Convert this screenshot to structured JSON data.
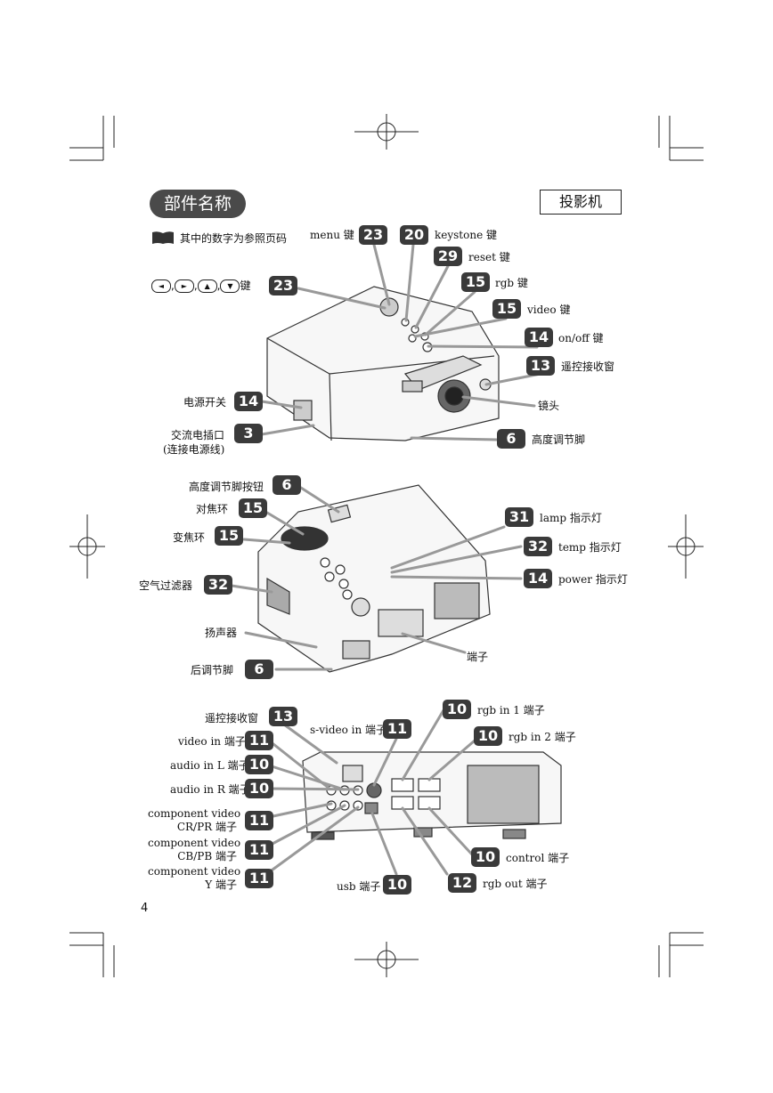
{
  "header": {
    "section_title": "部件名称",
    "device_label": "投影机"
  },
  "note": {
    "text": "其中的数字为参照页码"
  },
  "arrow_keys": {
    "k1": "◄",
    "k2": "►",
    "k3": "▲",
    "k4": "▼",
    "comma": ",",
    "suffix": "键",
    "page": "23"
  },
  "top_view": {
    "menu": {
      "label": "menu 键",
      "page": "23"
    },
    "keystone": {
      "label": "keystone 键",
      "page": "20"
    },
    "reset": {
      "label": "reset 键",
      "page": "29"
    },
    "rgb": {
      "label": "rgb 键",
      "page": "15"
    },
    "video": {
      "label": "video 键",
      "page": "15"
    },
    "onoff": {
      "label": "on/off 键",
      "page": "14"
    },
    "remote": {
      "label": "遥控接收窗",
      "page": "13"
    },
    "lens": {
      "label": "镜头"
    },
    "foot": {
      "label": "高度调节脚",
      "page": "6"
    },
    "power_switch": {
      "label": "电源开关",
      "page": "14"
    },
    "ac_inlet": {
      "label": "交流电插口",
      "sub": "(连接电源线)",
      "page": "3"
    }
  },
  "side_view": {
    "foot_button": {
      "label": "高度调节脚按钮",
      "page": "6"
    },
    "focus": {
      "label": "对焦环",
      "page": "15"
    },
    "zoom": {
      "label": "变焦环",
      "page": "15"
    },
    "filter": {
      "label": "空气过滤器",
      "page": "32"
    },
    "speaker": {
      "label": "扬声器"
    },
    "rear_foot": {
      "label": "后调节脚",
      "page": "6"
    },
    "lamp": {
      "label": "lamp 指示灯",
      "page": "31"
    },
    "temp": {
      "label": "temp 指示灯",
      "page": "32"
    },
    "power": {
      "label": "power 指示灯",
      "page": "14"
    },
    "terminals": {
      "label": "端子"
    }
  },
  "rear_view": {
    "remote": {
      "label": "遥控接收窗",
      "page": "13"
    },
    "video_in": {
      "label": "video in 端子",
      "page": "11"
    },
    "audio_l": {
      "label": "audio in L 端子",
      "page": "10"
    },
    "audio_r": {
      "label": "audio in R 端子",
      "page": "10"
    },
    "comp_cr": {
      "line1": "component video",
      "line2": "CR/PR 端子",
      "page": "11"
    },
    "comp_cb": {
      "line1": "component video",
      "line2": "CB/PB 端子",
      "page": "11"
    },
    "comp_y": {
      "line1": "component video",
      "line2": "Y 端子",
      "page": "11"
    },
    "svideo": {
      "label": "s-video in 端子",
      "page": "11"
    },
    "rgb_in1": {
      "label": "rgb in 1 端子",
      "page": "10"
    },
    "rgb_in2": {
      "label": "rgb in 2 端子",
      "page": "10"
    },
    "usb": {
      "label": "usb 端子",
      "page": "10"
    },
    "rgb_out": {
      "label": "rgb out 端子",
      "page": "12"
    },
    "control": {
      "label": "control 端子",
      "page": "10"
    }
  },
  "footer": {
    "page_number": "4"
  }
}
